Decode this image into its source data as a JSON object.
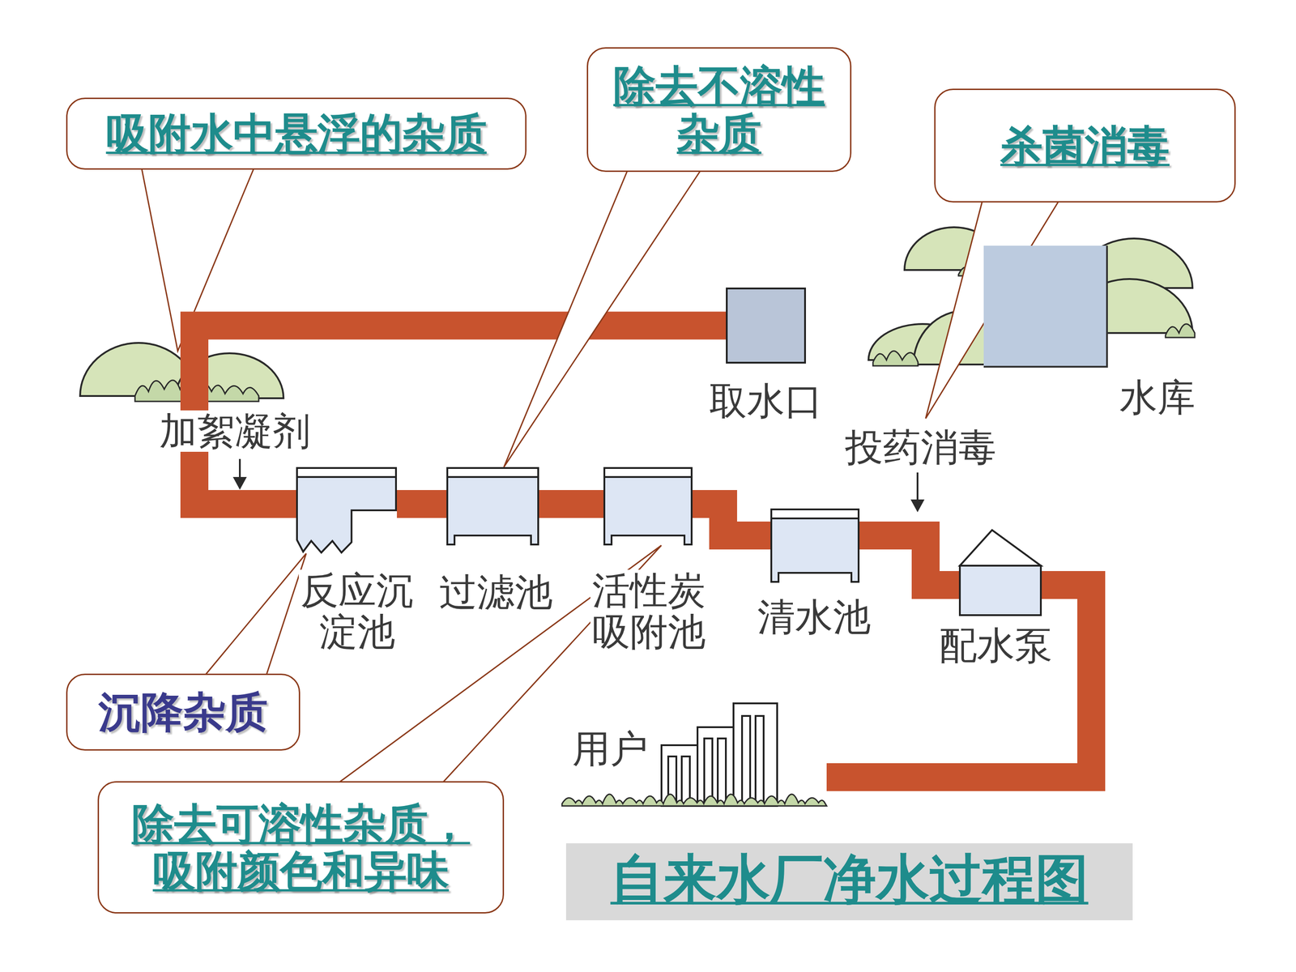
{
  "diagram": {
    "title": "自来水厂净水过程图",
    "nodes": [
      {
        "text": [
          "吸附水中悬浮的杂质"
        ]
      },
      {
        "text": [
          "除去不溶性杂质"
        ]
      },
      {
        "text": [
          "杀菌消毒"
        ]
      },
      {
        "text": [
          "取水口"
        ]
      },
      {
        "text": [
          "水库"
        ]
      },
      {
        "text": [
          "反应沉淀池"
        ]
      },
      {
        "text": [
          "过滤池"
        ]
      },
      {
        "text": [
          "活性炭吸附池"
        ]
      },
      {
        "text": [
          "清水池"
        ]
      },
      {
        "text": [
          "配水泵"
        ]
      },
      {
        "text": [
          "沉降杂质"
        ]
      },
      {
        "text": [
          "用户"
        ]
      },
      {
        "text": [
          "除去可溶性杂质，吸附颜色和异味"
        ]
      }
    ],
    "edges": [
      {
        "from": 3,
        "to": 5,
        "arrow": "none"
      },
      {
        "from": 5,
        "to": 6,
        "arrow": "none"
      },
      {
        "from": 6,
        "to": 7,
        "arrow": "none"
      },
      {
        "from": 7,
        "to": 8,
        "arrow": "none"
      },
      {
        "from": 8,
        "to": 9,
        "arrow": "none"
      },
      {
        "from": 9,
        "to": 11,
        "arrow": "none"
      },
      {
        "from": 1,
        "to": 6,
        "arrow": "none"
      },
      {
        "from": 10,
        "to": 5,
        "arrow": "none"
      },
      {
        "from": 12,
        "to": 7,
        "arrow": "none"
      }
    ],
    "labels": [
      "加絮凝剂",
      "投药消毒"
    ]
  }
}
